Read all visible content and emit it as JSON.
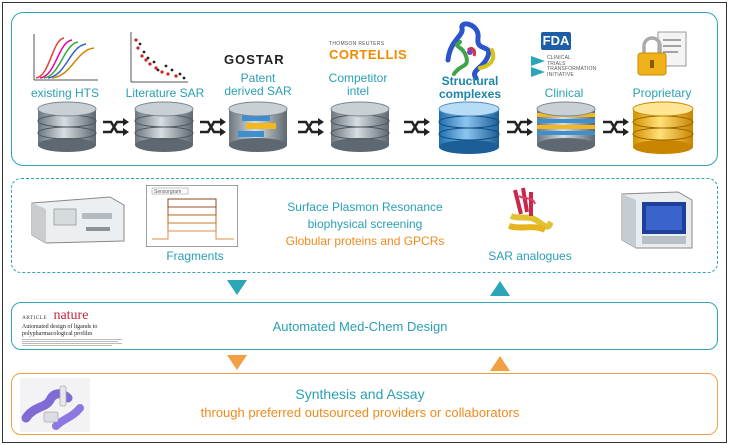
{
  "pipeline": {
    "stages": [
      {
        "id": "hts",
        "label_lines": [
          "existing HTS"
        ]
      },
      {
        "id": "literature",
        "label_lines": [
          "Literature SAR"
        ]
      },
      {
        "id": "patent",
        "label_lines": [
          "Patent",
          "derived SAR"
        ]
      },
      {
        "id": "competitor",
        "label_lines": [
          "Competitor",
          "intel"
        ]
      },
      {
        "id": "structural",
        "label_lines": [
          "Structural",
          "complexes"
        ]
      },
      {
        "id": "clinical",
        "label_lines": [
          "Clinical"
        ]
      },
      {
        "id": "proprietary",
        "label_lines": [
          "Proprietary"
        ]
      }
    ],
    "logos": {
      "gostar": "GOSTAR",
      "cortellis_top": "THOMSON REUTERS",
      "cortellis": "CORTELLIS",
      "fda": "FDA",
      "ctti": [
        "CLINICAL",
        "TRIALS",
        "TRANSFORMATION",
        "INITIATIVE"
      ]
    }
  },
  "screening": {
    "line1": "Surface Plasmon Resonance",
    "line2": "biophysical screening",
    "line3": "Globular proteins and GPCRs",
    "fragments_label": "Fragments",
    "sar_label": "SAR analogues",
    "sensorgram_legend": "Sensorgram"
  },
  "medchem": {
    "label": "Automated Med-Chem Design",
    "paper_article": "ARTICLE",
    "paper_journal": "nature",
    "paper_title": "Automated design of ligands to polypharmacological profiles"
  },
  "synthesis": {
    "title": "Synthesis and Assay",
    "subtitle": "through preferred outsourced providers or collaborators"
  },
  "colors": {
    "teal": "#2aa6b6",
    "orange": "#f0a042",
    "db_silver": "#8f9ba3",
    "db_blue": "#3d8fd0",
    "db_gold": "#f2b81e"
  }
}
